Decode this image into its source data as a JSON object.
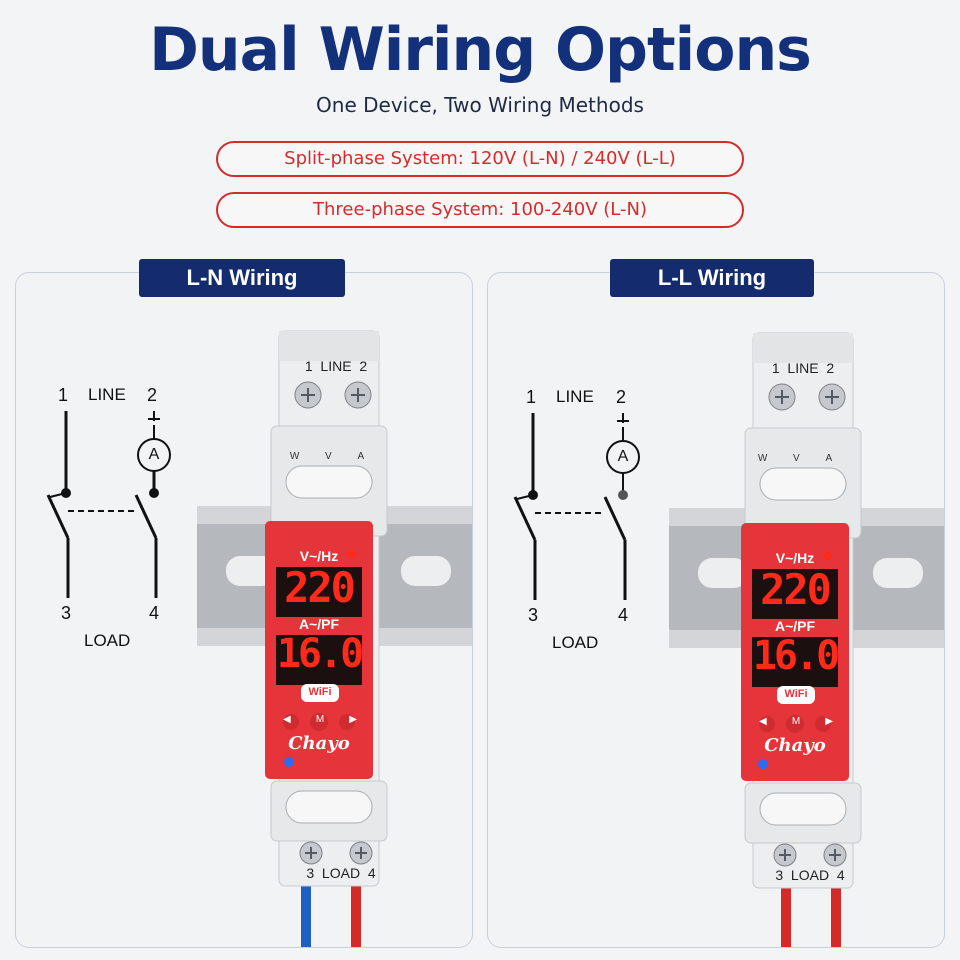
{
  "header": {
    "title": "Dual Wiring Options",
    "subtitle": "One Device, Two Wiring Methods"
  },
  "systems": [
    "Split-phase System: 120V (L-N) / 240V (L-L)",
    "Three-phase System: 100-240V (L-N)"
  ],
  "panels": [
    {
      "tag": "L-N Wiring",
      "diagram": {
        "t1": "1",
        "t2": "2",
        "line": "LINE",
        "t3": "3",
        "t4": "4",
        "load": "LOAD",
        "meter": "A"
      },
      "device": {
        "top_terminals": "1  LINE  2",
        "sensors": [
          "W",
          "V",
          "A"
        ],
        "label_top": "V~/Hz",
        "value_top": "220",
        "label_bottom": "A~/PF",
        "value_bottom": "16.0",
        "wifi": "WiFi",
        "nav": [
          "◀",
          "M",
          "▶"
        ],
        "brand": "Chayo",
        "bottom_terminals": "3  LOAD  4"
      },
      "wire_colors": [
        "#1f5fc4",
        "#d52a2a"
      ]
    },
    {
      "tag": "L-L Wiring",
      "diagram": {
        "t1": "1",
        "t2": "2",
        "line": "LINE",
        "t3": "3",
        "t4": "4",
        "load": "LOAD",
        "meter": "A"
      },
      "device": {
        "top_terminals": "1  LINE  2",
        "sensors": [
          "W",
          "V",
          "A"
        ],
        "label_top": "V~/Hz",
        "value_top": "220",
        "label_bottom": "A~/PF",
        "value_bottom": "16.0",
        "wifi": "WiFi",
        "nav": [
          "◀",
          "M",
          "▶"
        ],
        "brand": "Chayo",
        "bottom_terminals": "3  LOAD  4"
      },
      "wire_colors": [
        "#d52a2a",
        "#d52a2a"
      ]
    }
  ],
  "colors": {
    "title": "#13307a",
    "accent_red": "#d62b2b",
    "tag_bg": "#142c6e",
    "device_red": "#e5353a",
    "led_red": "#ff2a1a"
  }
}
